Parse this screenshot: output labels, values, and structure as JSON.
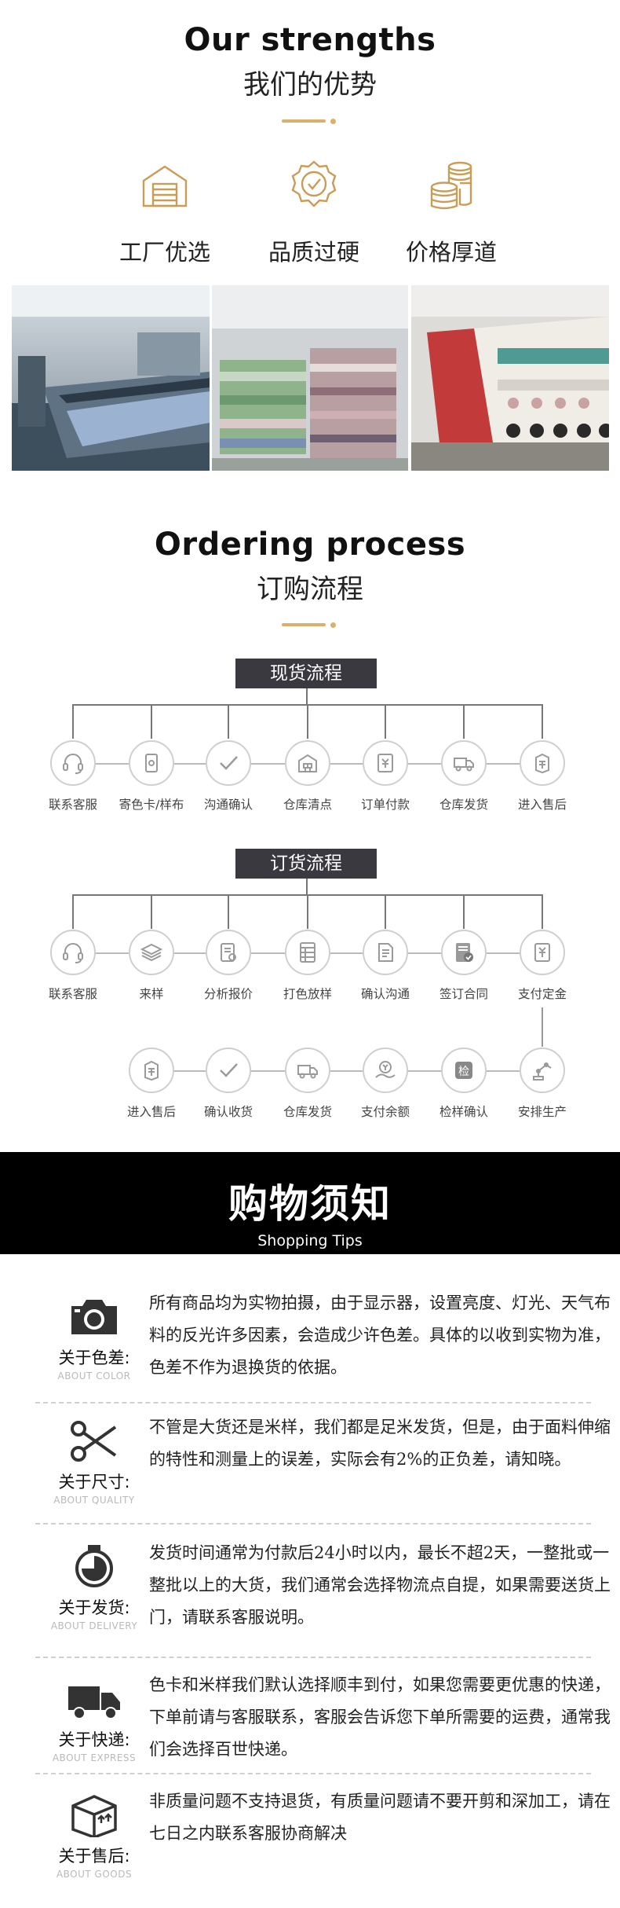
{
  "strengths": {
    "title_en": "Our strengths",
    "title_cn": "我们的优势",
    "items": [
      {
        "label": "工厂优选",
        "icon": "factory-icon"
      },
      {
        "label": "品质过硬",
        "icon": "quality-badge-icon"
      },
      {
        "label": "价格厚道",
        "icon": "coins-icon"
      }
    ],
    "accent_color": "#d8b26a"
  },
  "ordering": {
    "title_en": "Ordering process",
    "title_cn": "订购流程",
    "spot": {
      "label": "现货流程",
      "steps": [
        {
          "label": "联系客服",
          "icon": "headset-icon"
        },
        {
          "label": "寄色卡/样布",
          "icon": "fabric-sample-icon"
        },
        {
          "label": "沟通确认",
          "icon": "checkmark-icon"
        },
        {
          "label": "仓库清点",
          "icon": "warehouse-icon"
        },
        {
          "label": "订单付款",
          "icon": "payment-icon"
        },
        {
          "label": "仓库发货",
          "icon": "truck-icon"
        },
        {
          "label": "进入售后",
          "icon": "after-sales-icon"
        }
      ]
    },
    "custom": {
      "label": "订货流程",
      "steps_row1": [
        {
          "label": "联系客服",
          "icon": "headset-icon"
        },
        {
          "label": "来样",
          "icon": "layers-icon"
        },
        {
          "label": "分析报价",
          "icon": "quote-sheet-icon"
        },
        {
          "label": "打色放样",
          "icon": "color-grid-icon"
        },
        {
          "label": "确认沟通",
          "icon": "document-icon"
        },
        {
          "label": "签订合同",
          "icon": "contract-icon"
        },
        {
          "label": "支付定金",
          "icon": "deposit-icon"
        }
      ],
      "steps_row2": [
        {
          "label": "进入售后",
          "icon": "after-sales-icon"
        },
        {
          "label": "确认收货",
          "icon": "checkmark-icon"
        },
        {
          "label": "仓库发货",
          "icon": "truck-icon"
        },
        {
          "label": "支付余额",
          "icon": "balance-payment-icon"
        },
        {
          "label": "检样确认",
          "icon": "inspection-icon"
        },
        {
          "label": "安排生产",
          "icon": "robot-arm-icon"
        }
      ]
    }
  },
  "tips": {
    "title_cn": "购物须知",
    "title_en": "Shopping Tips",
    "items": [
      {
        "name": "关于色差:",
        "sub": "ABOUT COLOR",
        "icon": "camera-icon",
        "text": "所有商品均为实物拍摄，由于显示器，设置亮度、灯光、天气布料的反光许多因素，会造成少许色差。具体的以收到实物为准，色差不作为退换货的依据。"
      },
      {
        "name": "关于尺寸:",
        "sub": "ABOUT QUALITY",
        "icon": "scissors-icon",
        "text": "不管是大货还是米样，我们都是足米发货，但是，由于面料伸缩的特性和测量上的误差，实际会有2%的正负差，请知晓。"
      },
      {
        "name": "关于发货:",
        "sub": "ABOUT DELIVERY",
        "icon": "stopwatch-icon",
        "text": "发货时间通常为付款后24小时以内，最长不超2天，一整批或一整批以上的大货，我们通常会选择物流点自提，如果需要送货上门，请联系客服说明。"
      },
      {
        "name": "关于快递:",
        "sub": "ABOUT EXPRESS",
        "icon": "delivery-truck-icon",
        "text": "色卡和米样我们默认选择顺丰到付，如果您需要更优惠的快递，下单前请与客服联系，客服会告诉您下单所需要的运费，通常我们会选择百世快递。"
      },
      {
        "name": "关于售后:",
        "sub": "ABOUT GOODS",
        "icon": "box-icon",
        "text": "非质量问题不支持退货，有质量问题请不要开剪和深加工，请在七日之内联系客服协商解决"
      }
    ]
  }
}
